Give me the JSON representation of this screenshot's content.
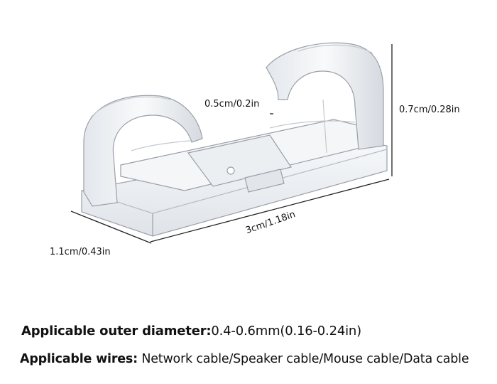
{
  "dimensions": {
    "height": "0.7cm/0.28in",
    "gap": "0.5cm/0.2in",
    "length": "3cm/1.18in",
    "width": "1.1cm/0.43in"
  },
  "specs": {
    "diameter_label": "Applicable outer diameter:",
    "diameter_value": "0.4-0.6mm(0.16-0.24in)",
    "wires_label": "Applicable wires:",
    "wires_value": "Network cable/Speaker cable/Mouse cable/Data cable"
  },
  "colors": {
    "background": "#ffffff",
    "text": "#111111",
    "plastic_edge": "#9aa0a8",
    "plastic_fill": "#eef1f4"
  },
  "icons": [
    "cable-clip-product-illustration"
  ]
}
